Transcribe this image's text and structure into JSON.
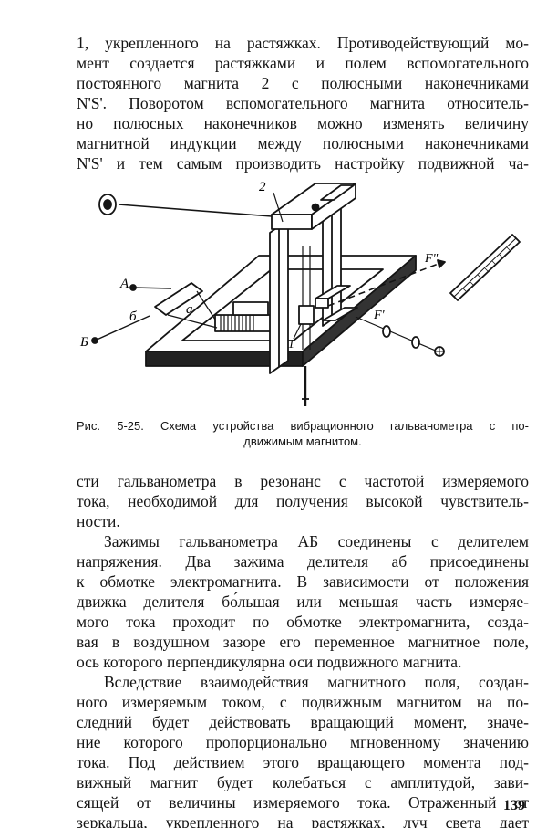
{
  "top_paragraph": [
    "1, укрепленного на растяжках. Противодействующий мо-",
    "мент создается растяжками и полем вспомогательного",
    "постоянного магнита 2 с полюсными наконечниками",
    "N'S'. Поворотом вспомогательного магнита относитель-",
    "но полюсных наконечников можно изменять величину",
    "магнитной индукции между полюсными наконечниками",
    "N'S' и тем самым производить настройку подвижной ча-"
  ],
  "figure": {
    "labels": {
      "magnet_2": "2",
      "terminal_A": "А",
      "terminal_B": "Б",
      "divider_a": "а",
      "divider_b": "б",
      "mirror_1": "1",
      "ray_f2": "F\"",
      "ray_f1": "F'"
    },
    "caption_line1": "Рис. 5-25. Схема устройства вибрационного гальванометра с по-",
    "caption_line2": "движимым магнитом."
  },
  "bottom_paragraph_1": [
    "сти гальванометра в резонанс с частотой измеряемого",
    "тока, необходимой для получения высокой чувствитель-",
    "ности."
  ],
  "bottom_paragraph_2": [
    "Зажимы гальванометра АБ соединены с делителем",
    "напряжения. Два зажима делителя аб присоединены",
    "к обмотке электромагнита. В зависимости от положения",
    "движка делителя бо́льшая или меньшая часть измеряе-",
    "мого тока проходит по обмотке электромагнита, созда-",
    "вая в воздушном зазоре его переменное магнитное поле,",
    "ось которого перпендикулярна оси подвижного магнита."
  ],
  "bottom_paragraph_3": [
    "Вследствие взаимодействия магнитного поля, создан-",
    "ного измеряемым током, с подвижным магнитом на по-",
    "следний будет действовать вращающий момент, значе-",
    "ние которого пропорционально мгновенному значению",
    "тока. Под действием этого вращающего момента под-",
    "вижный магнит будет колебаться с амплитудой, зави-",
    "сящей от величины измеряемого тока. Отраженный от",
    "зеркальца, укрепленного на растяжках, луч света дает"
  ],
  "page_number": "139"
}
